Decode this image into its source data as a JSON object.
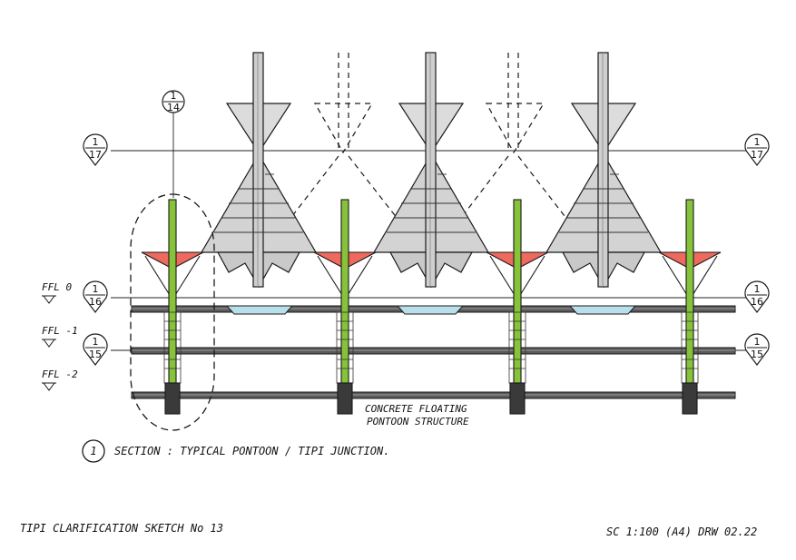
{
  "colors": {
    "ink": "#1a1a1a",
    "tipi_fill": "#d6d6d6",
    "tipi_fill_dark": "#c2c2c2",
    "collar_red": "#ef6a5e",
    "mast_green": "#86c23a",
    "water_blue": "#b9dfea",
    "pontoon_grey": "#555555",
    "pile_dark": "#333333"
  },
  "grid_markers": {
    "m14": {
      "top": "1",
      "bottom": "14"
    },
    "m17_left": {
      "top": "1",
      "bottom": "17"
    },
    "m17_right": {
      "top": "1",
      "bottom": "17"
    },
    "m16_left": {
      "top": "1",
      "bottom": "16"
    },
    "m16_right": {
      "top": "1",
      "bottom": "16"
    },
    "m15_left": {
      "top": "1",
      "bottom": "15"
    },
    "m15_right": {
      "top": "1",
      "bottom": "15"
    }
  },
  "levels": {
    "ffl0": "FFL 0",
    "ffl1": "FFL -1",
    "ffl2": "FFL -2"
  },
  "annotation": {
    "line1": "CONCRETE FLOATING",
    "line2": "PONTOON STRUCTURE"
  },
  "section": {
    "number": "1",
    "title": "SECTION : TYPICAL PONTOON / TIPI JUNCTION."
  },
  "footer": {
    "sheet_title": "TIPI CLARIFICATION SKETCH No 13",
    "scale_info": "SC 1:100 (A4) DRW 02.22"
  }
}
